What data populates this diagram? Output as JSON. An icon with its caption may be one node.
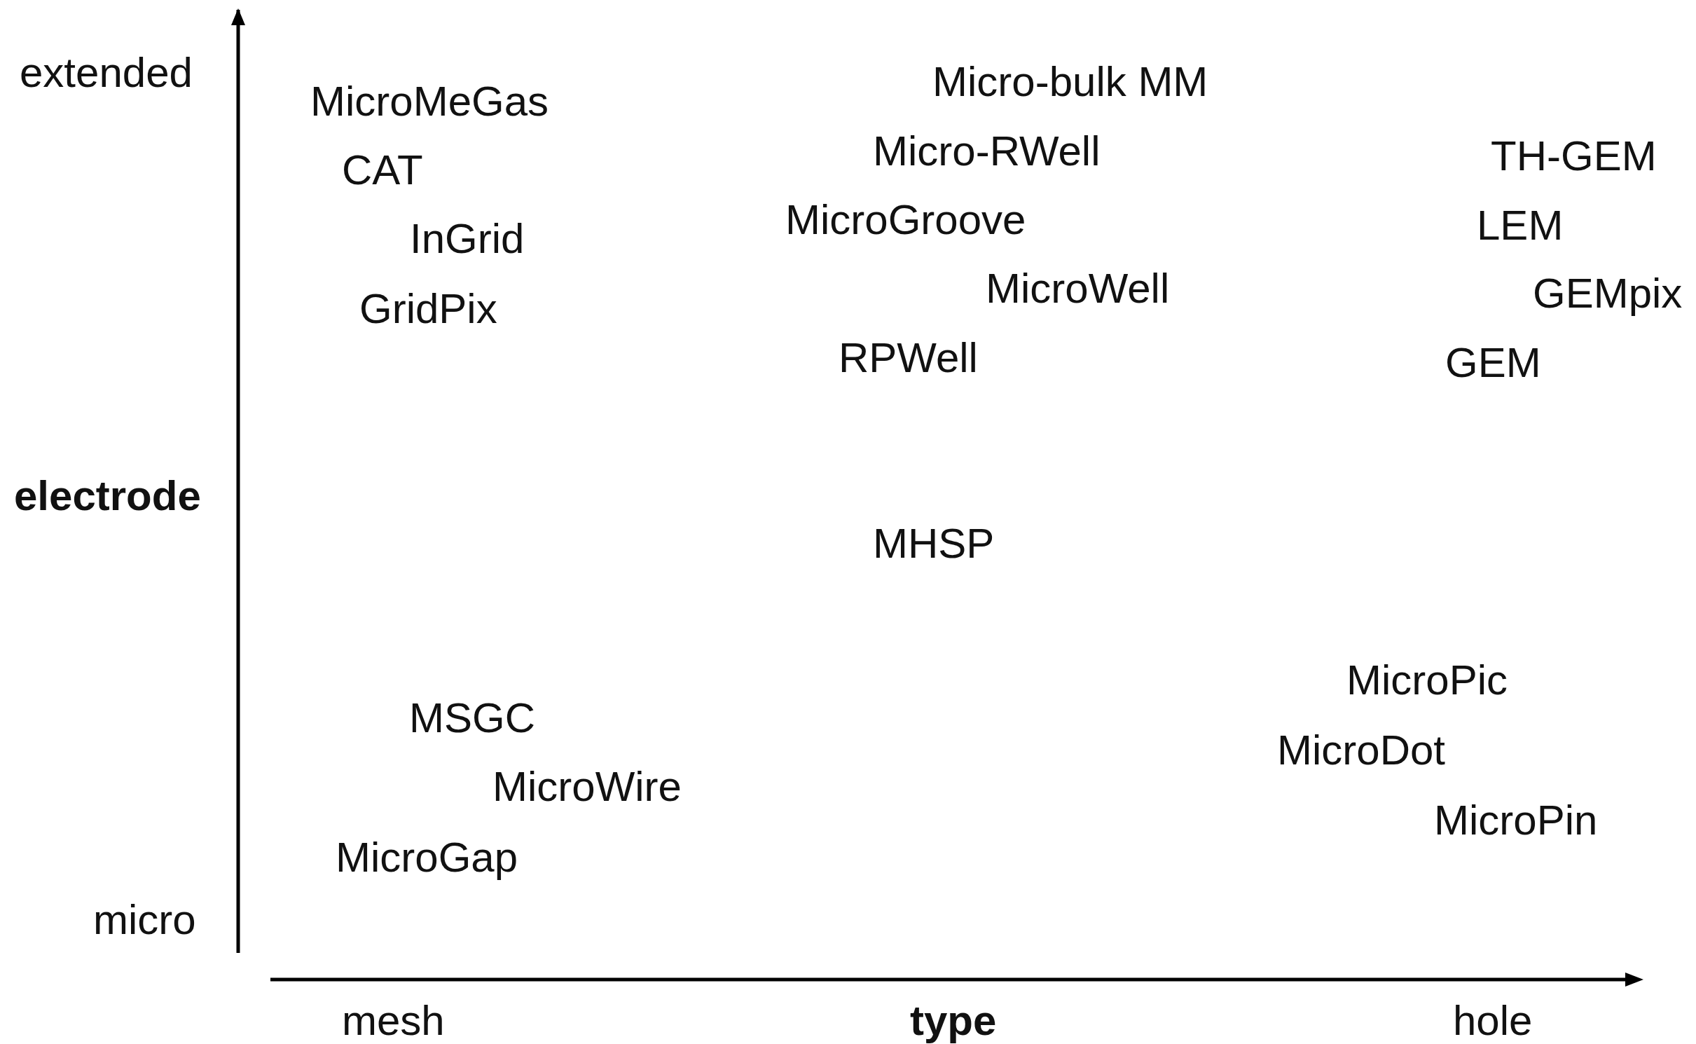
{
  "diagram": {
    "labels": [
      "extended",
      "Micro-bulk MM",
      "MicroMeGas",
      "Micro-RWell",
      "TH-GEM",
      "CAT",
      "MicroGroove",
      "LEM",
      "InGrid",
      "GridPix",
      "MicroWell",
      "GEMpix",
      "RPWell",
      "GEM",
      "electrode",
      "MHSP",
      "MicroPic",
      "MSGC",
      "MicroDot",
      "MicroWire",
      "MicroPin",
      "MicroGap",
      "micro",
      "mesh",
      "type",
      "hole"
    ]
  }
}
